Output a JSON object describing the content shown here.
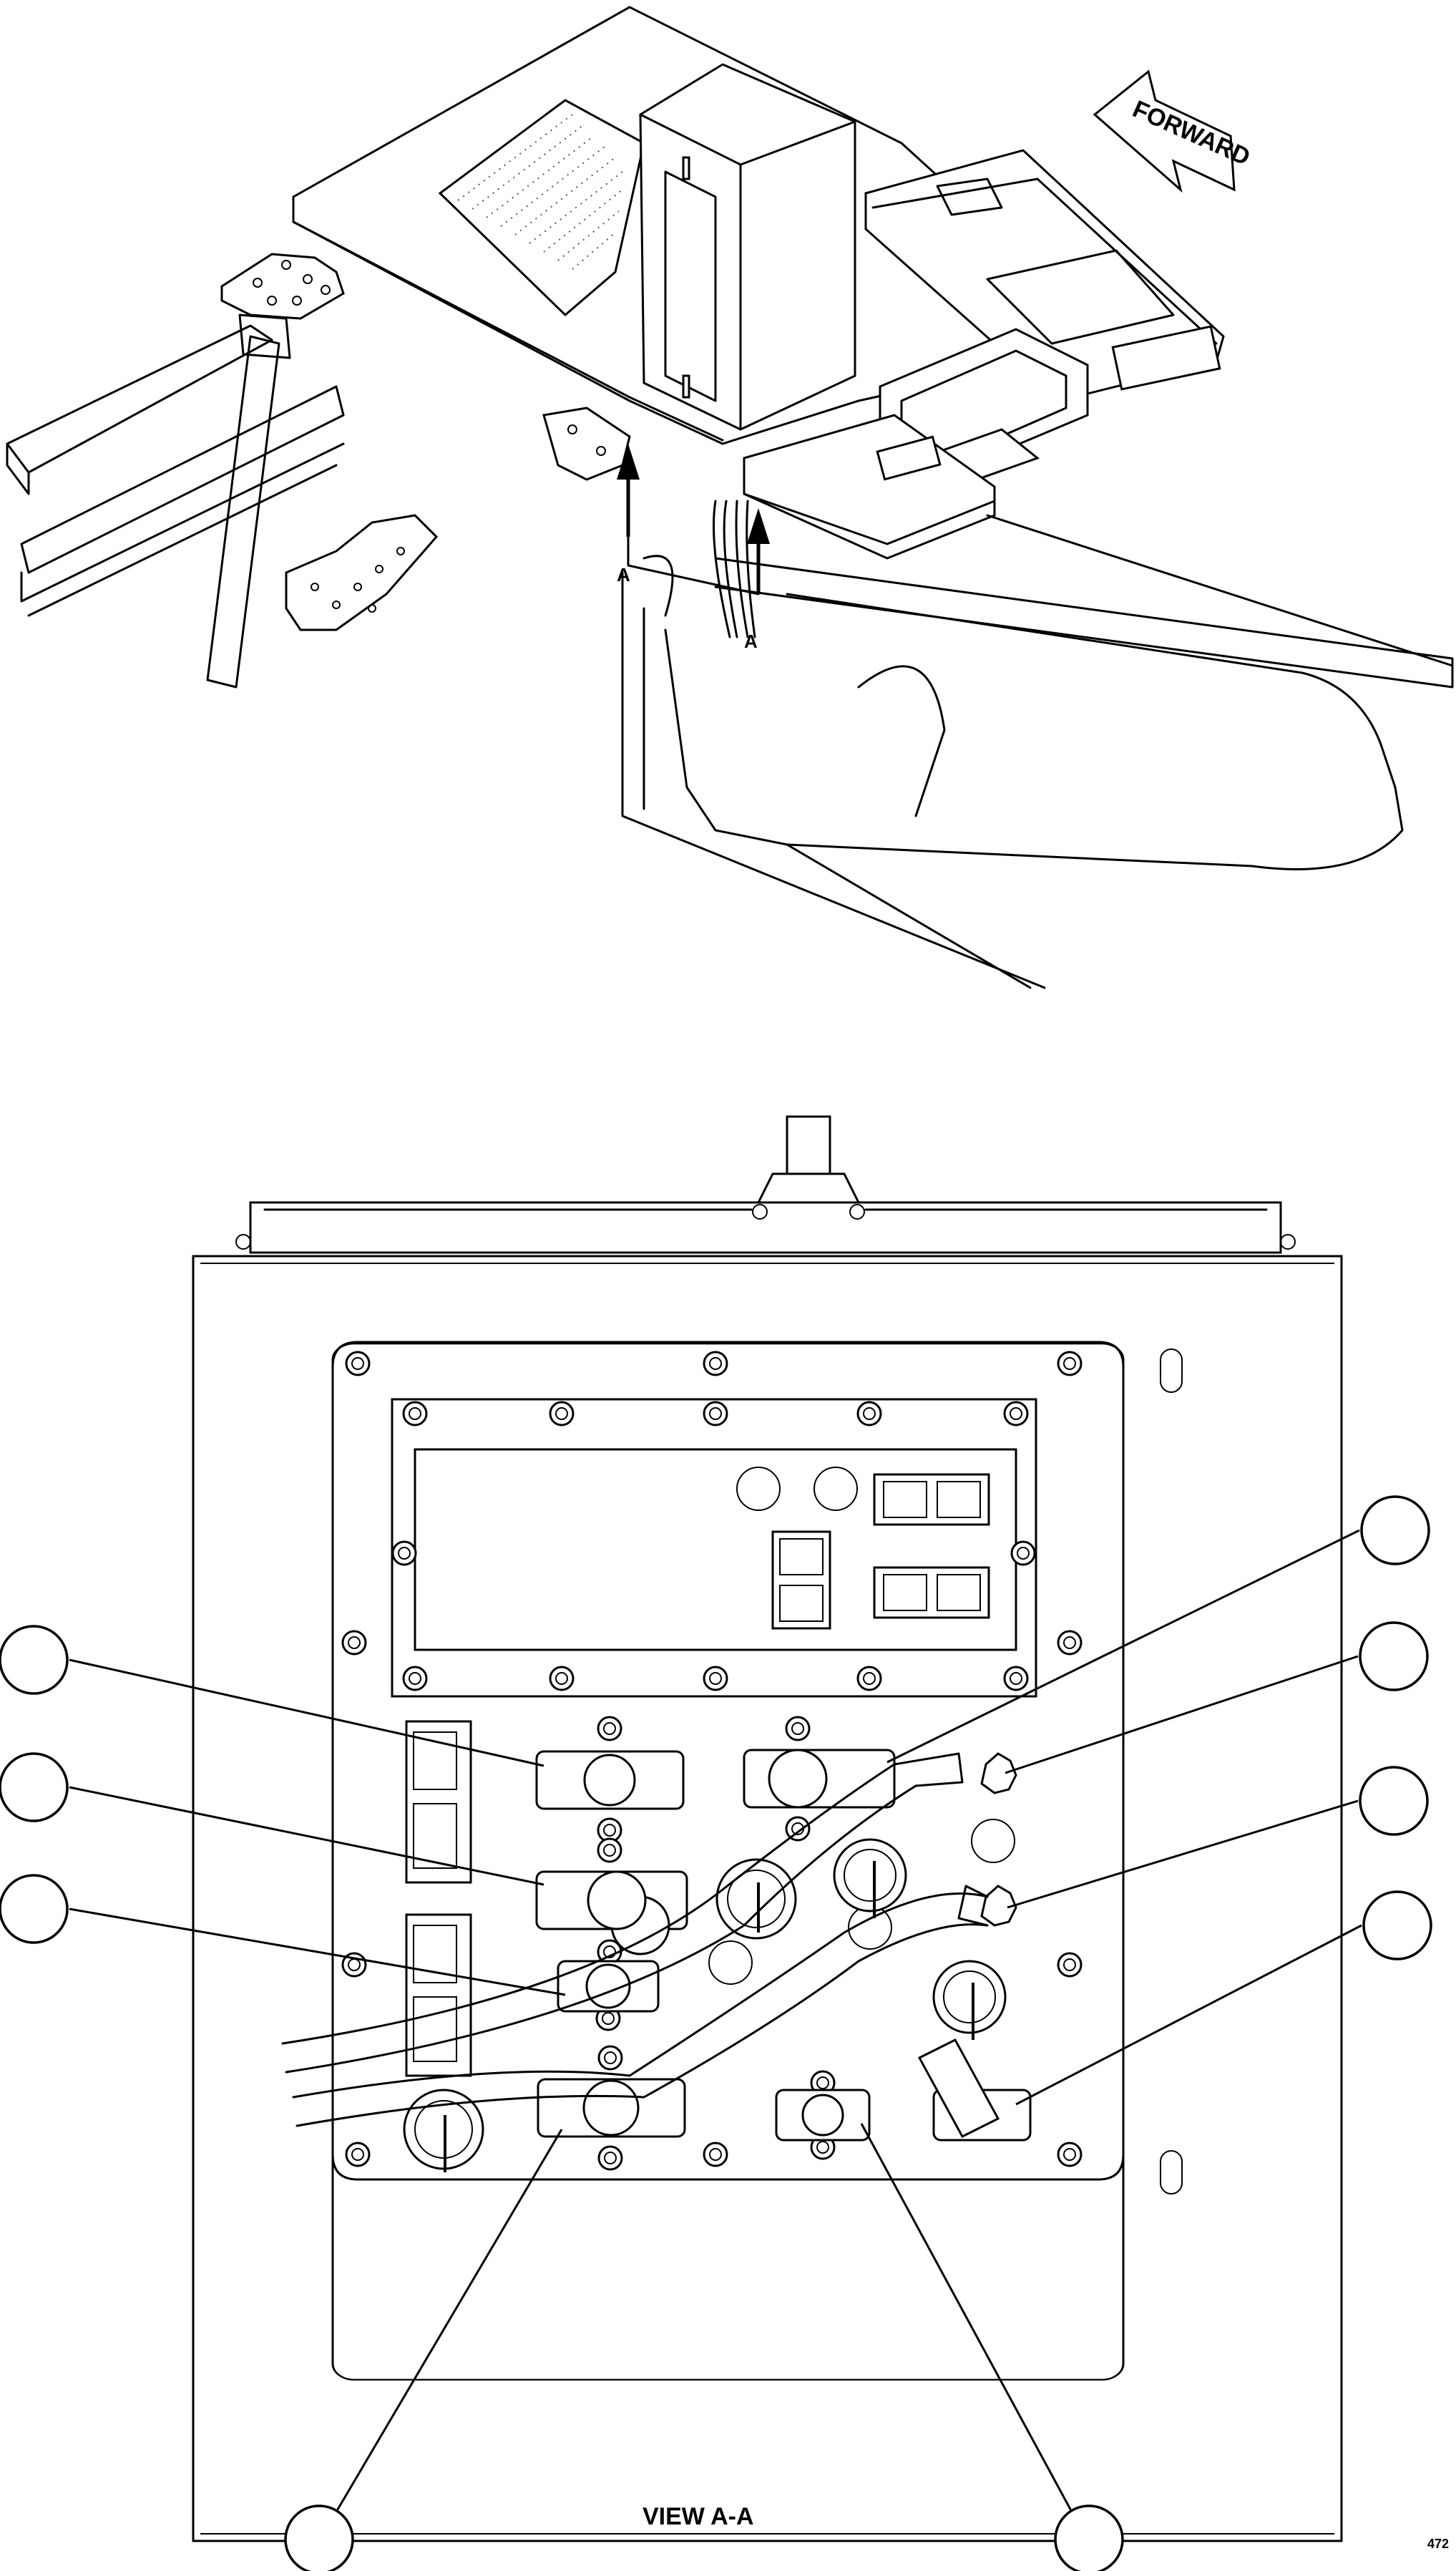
{
  "figure": {
    "forward_label": "FORWARD",
    "section_marker_left": "A",
    "section_marker_right": "A",
    "view_label": "VIEW A-A",
    "figure_code": "472"
  },
  "callouts": [
    {
      "id": "callout-1",
      "label": ""
    },
    {
      "id": "callout-2",
      "label": ""
    },
    {
      "id": "callout-3",
      "label": ""
    },
    {
      "id": "callout-4",
      "label": ""
    },
    {
      "id": "callout-5",
      "label": ""
    },
    {
      "id": "callout-6",
      "label": ""
    },
    {
      "id": "callout-7",
      "label": ""
    },
    {
      "id": "callout-8",
      "label": ""
    },
    {
      "id": "callout-9",
      "label": ""
    }
  ]
}
